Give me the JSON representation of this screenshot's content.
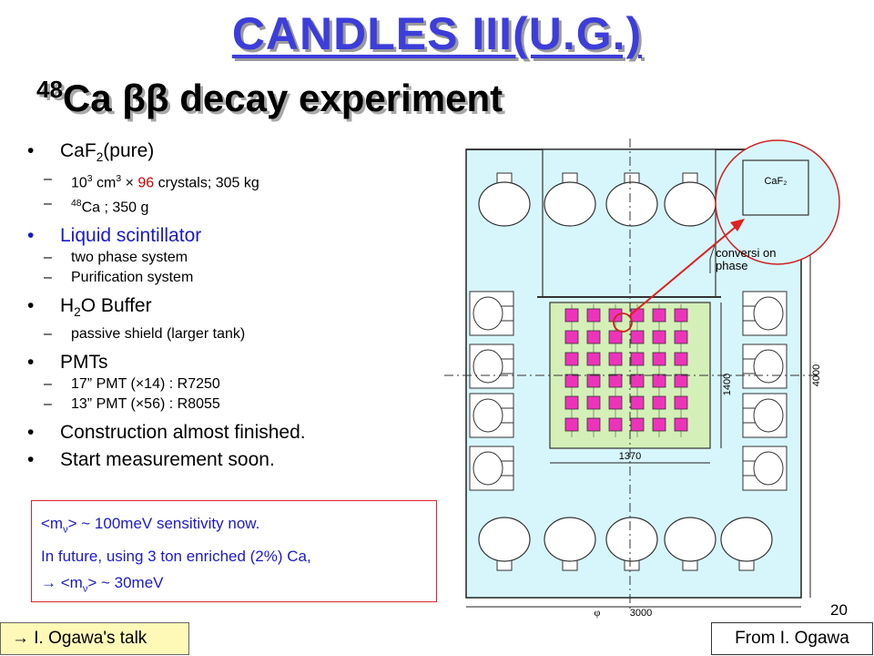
{
  "slide": {
    "title": "CANDLES III(U.G.)",
    "subtitle_mass": "48",
    "subtitle_element": "Ca",
    "subtitle_bb": "ββ",
    "subtitle_rest": "decay experiment",
    "page_number": "20"
  },
  "bullets": {
    "caf2": {
      "label": "CaF",
      "sub": "2",
      "rest": "(pure)",
      "sub1_a": "10",
      "sub1_a_sup": "3",
      "sub1_b": " cm",
      "sub1_b_sup": "3",
      "sub1_c": " × ",
      "sub1_red": "96",
      "sub1_d": " crystals; 305 kg",
      "sub2_sup": "48",
      "sub2_rest": "Ca ; 350 g"
    },
    "ls": {
      "label": "Liquid scintillator",
      "sub1": "two phase system",
      "sub2": "Purification system"
    },
    "h2o": {
      "label_a": "H",
      "label_sub": "2",
      "label_b": "O Buffer",
      "sub1": "passive shield (larger tank)"
    },
    "pmt": {
      "label": "PMTs",
      "sub1": "17” PMT (×14)  : R7250",
      "sub2": "13” PMT (×56)  : R8055"
    },
    "construction": "Construction almost finished.",
    "start": "Start measurement soon."
  },
  "sensitivity_box": {
    "line1_a": "<m",
    "line1_sub": "ν",
    "line1_b": "> ~ 100meV sensitivity now.",
    "line2": "In future, using 3 ton enriched (2%) Ca,",
    "line3_arrow": "→",
    "line3_a": " <m",
    "line3_sub": "ν",
    "line3_b": "> ~ 30meV"
  },
  "footer": {
    "talk_label": "→ I. Ogawa's talk",
    "from_label": "From I. Ogawa"
  },
  "diagram": {
    "zoom_crystal_label": "CaF₂",
    "conversion_label_1": "conversi on",
    "conversion_label_2": "phase",
    "dim_1400": "1400",
    "dim_4000": "4000",
    "dim_1370": "1370",
    "dim_3000": "3000",
    "phi": "φ",
    "colors": {
      "water": "#d7f6fb",
      "ls": "#d4f0b8",
      "crystal": "#ee33bb",
      "arrow": "#e02020",
      "circle": "#d02020"
    }
  }
}
